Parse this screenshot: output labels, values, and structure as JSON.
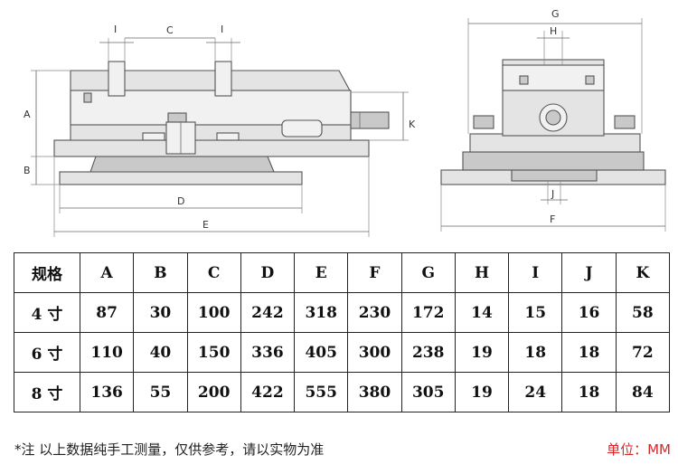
{
  "diagram": {
    "labels": {
      "A": "A",
      "B": "B",
      "C": "C",
      "D": "D",
      "E": "E",
      "F": "F",
      "G": "G",
      "H": "H",
      "I": "I",
      "J": "J",
      "K": "K"
    }
  },
  "table": {
    "headers": [
      "规格",
      "A",
      "B",
      "C",
      "D",
      "E",
      "F",
      "G",
      "H",
      "I",
      "J",
      "K"
    ],
    "rows": [
      [
        "4 寸",
        "87",
        "30",
        "100",
        "242",
        "318",
        "230",
        "172",
        "14",
        "15",
        "16",
        "58"
      ],
      [
        "6 寸",
        "110",
        "40",
        "150",
        "336",
        "405",
        "300",
        "238",
        "19",
        "18",
        "18",
        "72"
      ],
      [
        "8 寸",
        "136",
        "55",
        "200",
        "422",
        "555",
        "380",
        "305",
        "19",
        "24",
        "18",
        "84"
      ]
    ]
  },
  "note": "*注 以上数据纯手工测量，仅供参考，请以实物为准",
  "unit": "单位：MM",
  "colors": {
    "unit_text": "#d9262b",
    "part_fill": "#e4e4e4",
    "outline": "#555555"
  }
}
